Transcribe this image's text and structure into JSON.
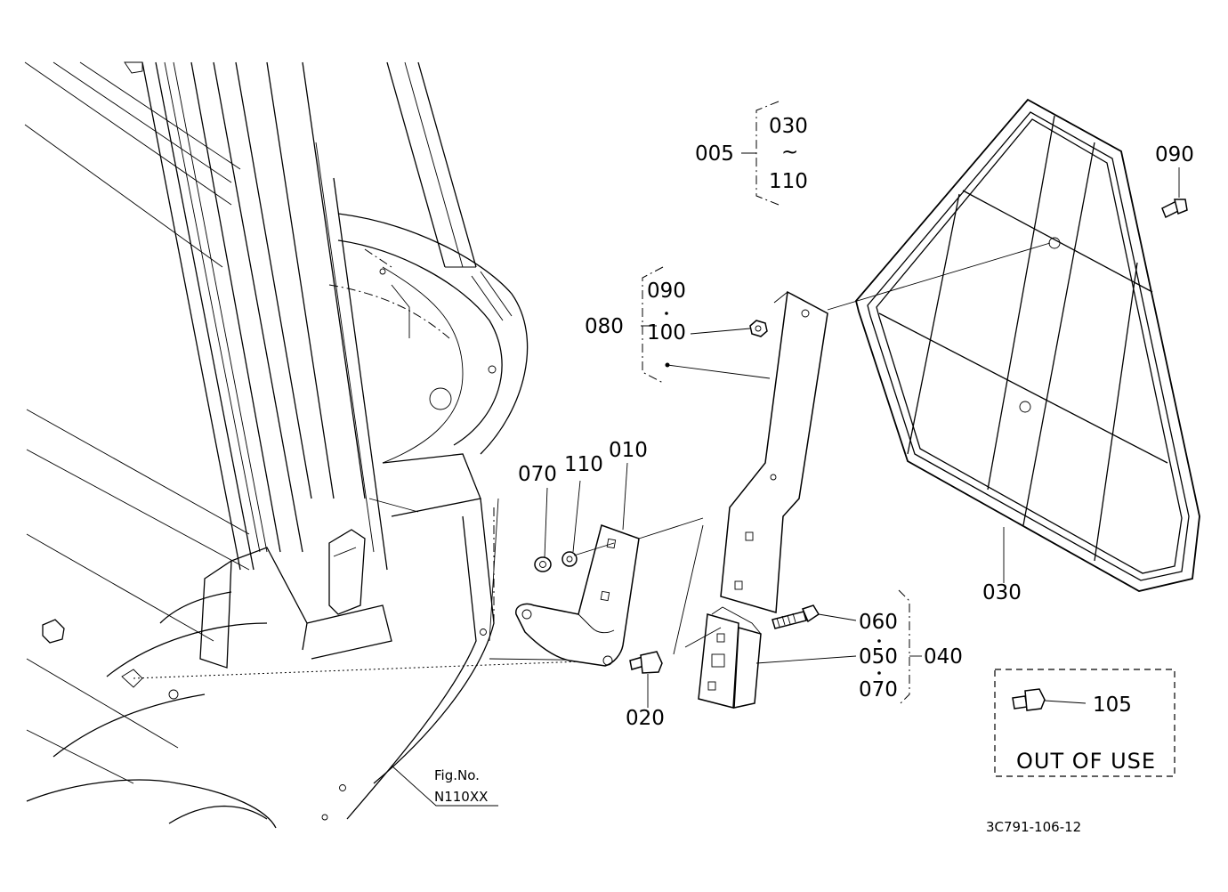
{
  "callouts": {
    "c005": "005",
    "c030_top": "030",
    "c_tilde": "~",
    "c110_top": "110",
    "c090_right": "090",
    "c090_mid": "090",
    "c100": "100",
    "c080": "080",
    "c070_left": "070",
    "c110_left": "110",
    "c010": "010",
    "c020": "020",
    "c060": "060",
    "c050": "050",
    "c070_right": "070",
    "c040": "040",
    "c030_bottom": "030",
    "c105": "105"
  },
  "out_of_use_box": {
    "label": "OUT OF USE"
  },
  "fig_ref": {
    "line1": "Fig.No.",
    "line2": "N110XX"
  },
  "drawing_number": "3C791-106-12"
}
